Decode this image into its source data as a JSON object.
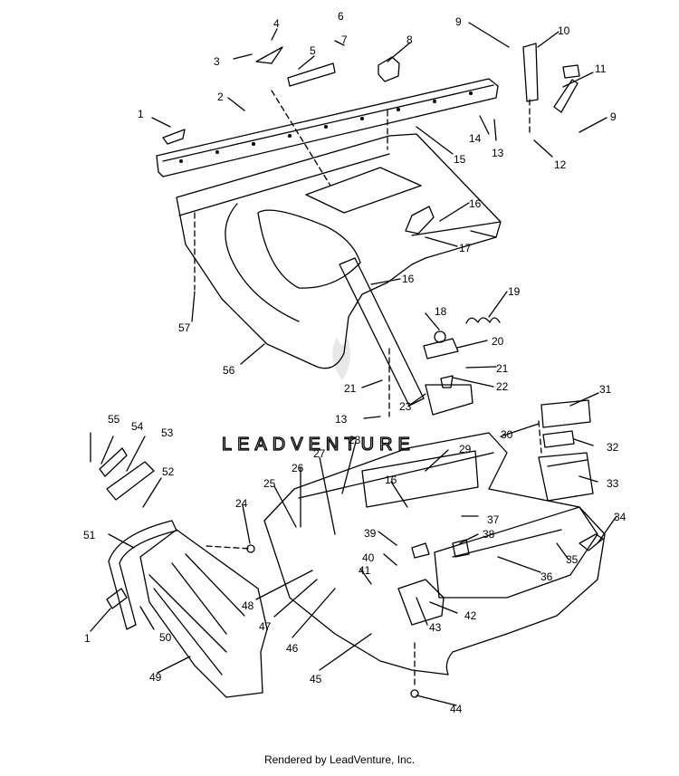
{
  "diagram": {
    "watermark": "LEADVENTURE",
    "footer": "Rendered by LeadVenture, Inc.",
    "callouts": [
      "1",
      "2",
      "3",
      "4",
      "5",
      "6",
      "7",
      "8",
      "9",
      "10",
      "11",
      "9",
      "14",
      "13",
      "12",
      "15",
      "16",
      "17",
      "16",
      "57",
      "56",
      "18",
      "19",
      "20",
      "21",
      "21",
      "22",
      "13",
      "23",
      "31",
      "30",
      "32",
      "33",
      "34",
      "55",
      "54",
      "53",
      "52",
      "51",
      "1",
      "50",
      "49",
      "27",
      "28",
      "29",
      "26",
      "25",
      "24",
      "16",
      "37",
      "39",
      "38",
      "40",
      "41",
      "48",
      "47",
      "46",
      "45",
      "42",
      "43",
      "36",
      "35",
      "44"
    ]
  }
}
